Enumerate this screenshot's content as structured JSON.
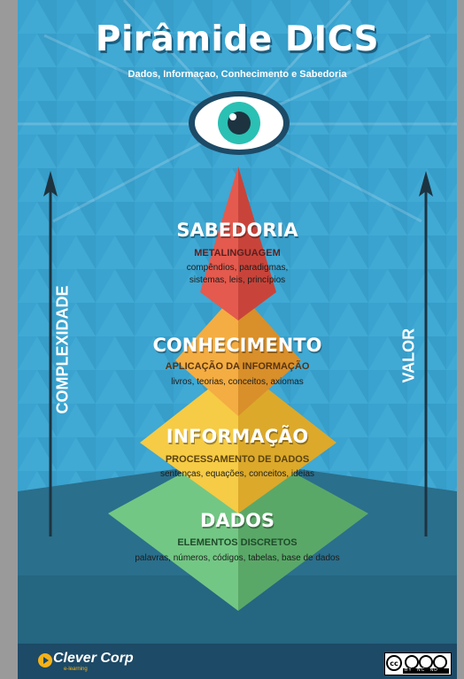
{
  "title": "Pirâmide DICS",
  "subtitle": "Dados, Informaçao, Conhecimento e Sabedoria",
  "left_axis": "COMPLEXIDADE",
  "right_axis": "VALOR",
  "levels": [
    {
      "name": "SABEDORIA",
      "sub": "METALINGUAGEM",
      "desc1": "compêndios, paradigmas,",
      "desc2": "sistemas, leis, princípios"
    },
    {
      "name": "CONHECIMENTO",
      "sub": "APLICAÇÃO DA INFORMAÇÃO",
      "desc1": "livros, teorias, conceitos, axiomas"
    },
    {
      "name": "INFORMAÇÃO",
      "sub": "PROCESSAMENTO DE DADOS",
      "desc1": "sentenças, equações, conceitos, ideias"
    },
    {
      "name": "DADOS",
      "sub": "ELEMENTOS DISCRETOS",
      "desc1": "palavras, números, códigos, tabelas, base de dados"
    }
  ],
  "footer": {
    "brand": "Clever Corp",
    "brand_sub": "e-learning",
    "license": "BY NC ND"
  },
  "colors": {
    "background": "#3aa3cf",
    "ground": "#2a6f8c",
    "footer": "#1d4a66",
    "sabedoria": "#e0544a",
    "conhecimento": "#f2a63a",
    "informacao": "#f4c43a",
    "dados": "#6cbf7a",
    "eye": "#2bc0b4",
    "text_sabedoria": "#5a2020",
    "text_conhecimento": "#5a3410",
    "text_informacao": "#5a4410",
    "text_dados": "#1f4b2a"
  }
}
